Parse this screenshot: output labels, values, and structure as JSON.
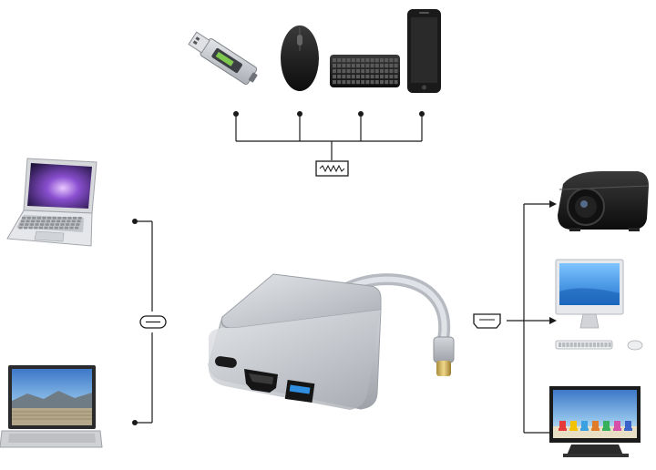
{
  "diagram": {
    "hub": {
      "ports": [
        "usb-c-port",
        "hdmi-port",
        "usb-a-port"
      ],
      "cable": "usb-c-cable",
      "color": "#c9ccd1"
    },
    "top_devices": [
      "usb-flash-drive-icon",
      "mouse-icon",
      "keyboard-icon",
      "smartphone-icon"
    ],
    "left_devices": [
      "macbook-laptop-icon",
      "laptop-icon"
    ],
    "right_devices": [
      "projector-icon",
      "desktop-monitor-icon",
      "tv-icon"
    ],
    "connector_symbols": {
      "top": "usb-a-symbol",
      "left": "usb-c-symbol",
      "right": "hdmi-symbol"
    },
    "colors": {
      "line": "#1a1a1a",
      "accent_blue": "#2f8ee0",
      "screen_purple": "#4b2a7a"
    }
  }
}
